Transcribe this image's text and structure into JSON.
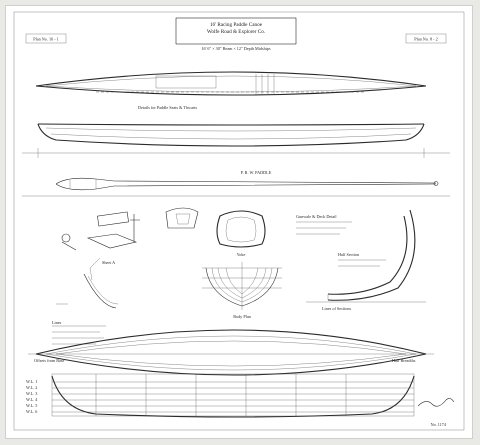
{
  "title_block": {
    "line1": "16' Racing Paddle Canoe",
    "line2": "Wolfe Road & Explorer Co.",
    "line3": "16' 6\" × 30\" Beam × 12\" Depth Midships"
  },
  "left_box": "Plan No. 16 - 1",
  "right_box": "Plan No. 8 - 2",
  "paddle_label": "P. R. W. PADDLE",
  "yoke_label": "Yoke",
  "center_note": "Details for Paddle Seats & Thwarts",
  "right_note_top": "Gunwale & Deck Detail",
  "right_note_mid": "Half Section",
  "sections_label": "Lines of Sections",
  "body_plan_label": "Body Plan",
  "lines_label": "Lines",
  "left_lines_note": "Offsets from Base",
  "right_lines_note": "Half Breadths",
  "sheet_no": "No. 1174",
  "small_label": "Sheet A",
  "station_labels": [
    "W.L. 1",
    "W.L. 2",
    "W.L. 3",
    "W.L. 4",
    "W.L. 5",
    "W.L. 6"
  ]
}
